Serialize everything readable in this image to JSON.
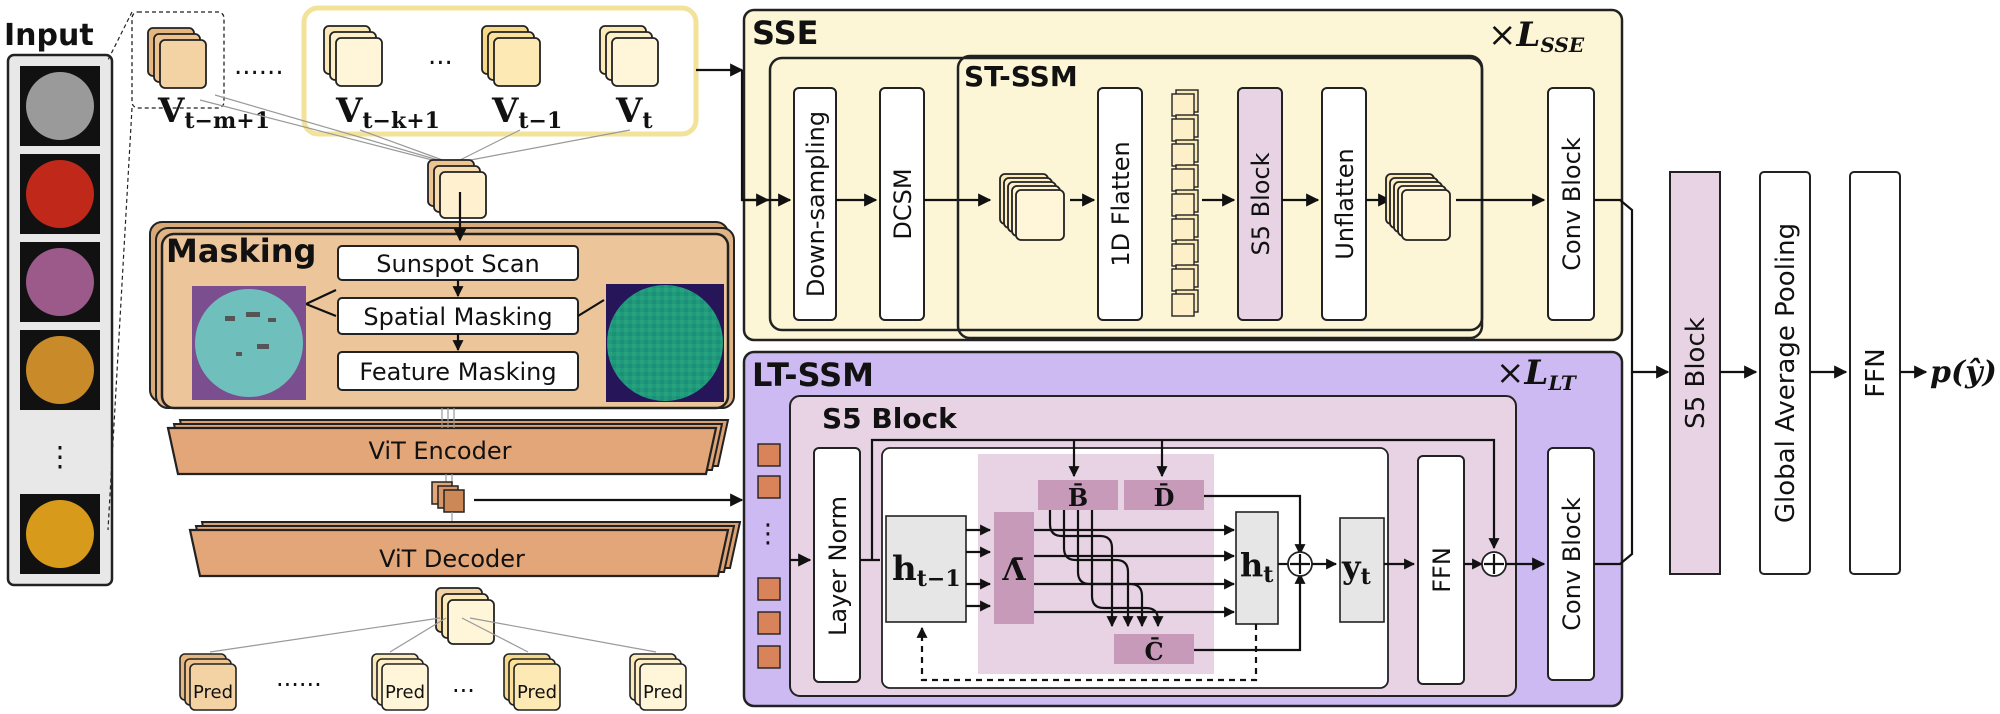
{
  "input": {
    "title": "Input",
    "ellipsis": "⋮",
    "frame_colors": [
      "#9a9a9a",
      "#c0281a",
      "#9b5a8a",
      "#c98a2a",
      "#d79a1a"
    ]
  },
  "frames": {
    "v_tm1": "V",
    "v_tm1_sub": "t−m+1",
    "dots": "......",
    "v_tk1": "V",
    "v_tk1_sub": "t−k+1",
    "mid_dots": "...",
    "v_t_1": "V",
    "v_t_1_sub": "t−1",
    "v_t": "V",
    "v_t_sub": "t"
  },
  "masking": {
    "title": "Masking",
    "sunspot_scan": "Sunspot Scan",
    "spatial_masking": "Spatial Masking",
    "feature_masking": "Feature Masking"
  },
  "vit": {
    "encoder": "ViT Encoder",
    "decoder": "ViT Decoder",
    "pred": "Pred",
    "pred_dots": "......",
    "pred_mid_dots": "..."
  },
  "sse": {
    "title": "SSE",
    "repeat": "×",
    "repeat_var": "L",
    "repeat_sub": "SSE",
    "down_sampling": "Down-sampling",
    "dcsm": "DCSM",
    "st_ssm_title": "ST-SSM",
    "flatten": "1D Flatten",
    "s5_block": "S5 Block",
    "unflatten": "Unflatten",
    "conv_block": "Conv Block"
  },
  "lt_ssm": {
    "title": "LT-SSM",
    "repeat": "×",
    "repeat_var": "L",
    "repeat_sub": "LT",
    "s5_title": "S5 Block",
    "layer_norm": "Layer Norm",
    "h_prev": "h",
    "h_prev_sub": "t−1",
    "lambda": "Λ̄",
    "b": "B̄",
    "d": "D̄",
    "c": "C̄",
    "h_t": "h",
    "h_t_sub": "t",
    "y_t": "y",
    "y_t_sub": "t",
    "ffn": "FFN",
    "conv_block": "Conv Block",
    "token_dots": "⋮"
  },
  "head": {
    "s5_block": "S5 Block",
    "gap": "Global Average Pooling",
    "ffn": "FFN",
    "output": "p(ŷ)"
  },
  "colors": {
    "sse_bg": "#fcf6d6",
    "lt_bg": "#cdbaf2",
    "s5_bg": "#e7d3e4",
    "mauve": "#c89ab9",
    "mask_bg": "#ecc69a",
    "vit": "#e3a678"
  }
}
